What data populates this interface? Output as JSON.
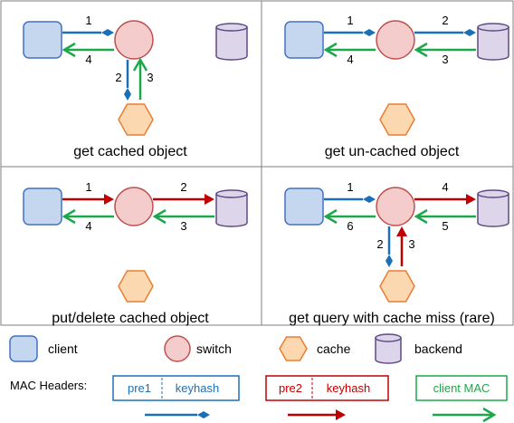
{
  "colors": {
    "blue": "#1a70b8",
    "red": "#c00000",
    "green": "#1ca84a",
    "client_fill": "#c5d6ef",
    "client_stroke": "#4472c4",
    "switch_fill": "#f4cccc",
    "switch_stroke": "#c0504d",
    "cache_fill": "#fbd8b0",
    "cache_stroke": "#ed7d31",
    "backend_fill": "#ddd6ea",
    "backend_stroke": "#5e4a82",
    "grid": "#7f7f7f"
  },
  "panels": [
    {
      "caption": "get cached object",
      "arrows": [
        {
          "label": "1",
          "color": "blue",
          "direction": "client-to-switch"
        },
        {
          "label": "4",
          "color": "green",
          "direction": "switch-to-client"
        },
        {
          "label": "2",
          "color": "blue",
          "direction": "switch-to-cache"
        },
        {
          "label": "3",
          "color": "green",
          "direction": "cache-to-switch"
        }
      ]
    },
    {
      "caption": "get un-cached object",
      "arrows": [
        {
          "label": "1",
          "color": "blue",
          "direction": "client-to-switch"
        },
        {
          "label": "4",
          "color": "green",
          "direction": "switch-to-client"
        },
        {
          "label": "2",
          "color": "blue",
          "direction": "switch-to-backend"
        },
        {
          "label": "3",
          "color": "green",
          "direction": "backend-to-switch"
        }
      ]
    },
    {
      "caption": "put/delete cached object",
      "arrows": [
        {
          "label": "1",
          "color": "red",
          "direction": "client-to-switch"
        },
        {
          "label": "4",
          "color": "green",
          "direction": "switch-to-client"
        },
        {
          "label": "2",
          "color": "red",
          "direction": "switch-to-backend"
        },
        {
          "label": "3",
          "color": "green",
          "direction": "backend-to-switch"
        }
      ]
    },
    {
      "caption": "get query with cache miss (rare)",
      "arrows": [
        {
          "label": "1",
          "color": "blue",
          "direction": "client-to-switch"
        },
        {
          "label": "6",
          "color": "green",
          "direction": "switch-to-client"
        },
        {
          "label": "4",
          "color": "red",
          "direction": "switch-to-backend"
        },
        {
          "label": "5",
          "color": "green",
          "direction": "backend-to-switch"
        },
        {
          "label": "2",
          "color": "blue",
          "direction": "switch-to-cache"
        },
        {
          "label": "3",
          "color": "red",
          "direction": "cache-to-switch"
        }
      ]
    }
  ],
  "legend": {
    "client": "client",
    "switch": "switch",
    "cache": "cache",
    "backend": "backend"
  },
  "mac": {
    "label": "MAC Headers:",
    "blue_parts": [
      "pre1",
      "keyhash"
    ],
    "red_parts": [
      "pre2",
      "keyhash"
    ],
    "green_text": "client MAC"
  }
}
